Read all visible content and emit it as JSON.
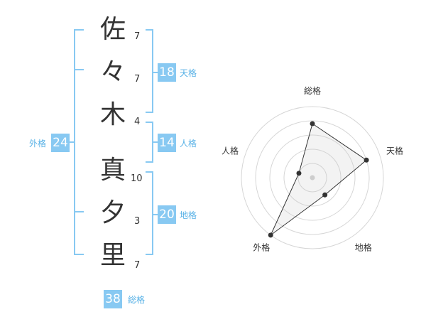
{
  "name_chars": [
    {
      "char": "佐",
      "strokes": "7"
    },
    {
      "char": "々",
      "strokes": "7"
    },
    {
      "char": "木",
      "strokes": "4"
    },
    {
      "char": "真",
      "strokes": "10"
    },
    {
      "char": "夕",
      "strokes": "3"
    },
    {
      "char": "里",
      "strokes": "7"
    }
  ],
  "kaku": {
    "tenkaku": {
      "value": "18",
      "label": "天格"
    },
    "jinkaku": {
      "value": "14",
      "label": "人格"
    },
    "chikaku": {
      "value": "20",
      "label": "地格"
    },
    "gaikaku": {
      "value": "24",
      "label": "外格"
    },
    "soukaku": {
      "value": "38",
      "label": "総格"
    }
  },
  "colors": {
    "accent": "#88c9f2",
    "accent_text": "#57b1e6",
    "line": "#333333"
  },
  "chart_data": {
    "type": "radar",
    "axes": [
      "総格",
      "天格",
      "地格",
      "外格",
      "人格"
    ],
    "levels": 5,
    "values": [
      3.8,
      4.0,
      1.5,
      5.0,
      1.0
    ],
    "max": 5
  }
}
